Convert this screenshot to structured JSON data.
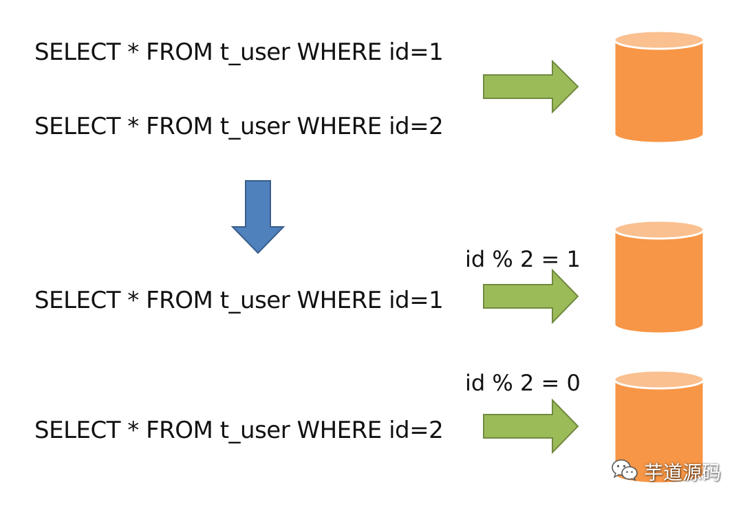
{
  "queries": {
    "top_id1": "SELECT * FROM t_user WHERE id=1",
    "top_id2": "SELECT * FROM t_user WHERE id=2",
    "bottom_id1": "SELECT * FROM t_user WHERE id=1",
    "bottom_id2": "SELECT * FROM t_user WHERE id=2"
  },
  "conditions": {
    "mod_one": "id % 2 = 1",
    "mod_zero": "id % 2 = 0"
  },
  "watermark": {
    "text": "芋道源码",
    "icon": "wechat-icon"
  },
  "colors": {
    "green_arrow": "#9bbb59",
    "green_arrow_border": "#71893f",
    "blue_arrow": "#4f81bd",
    "blue_arrow_border": "#385d8a",
    "cylinder_body": "#f79646",
    "cylinder_top": "#fac090"
  }
}
